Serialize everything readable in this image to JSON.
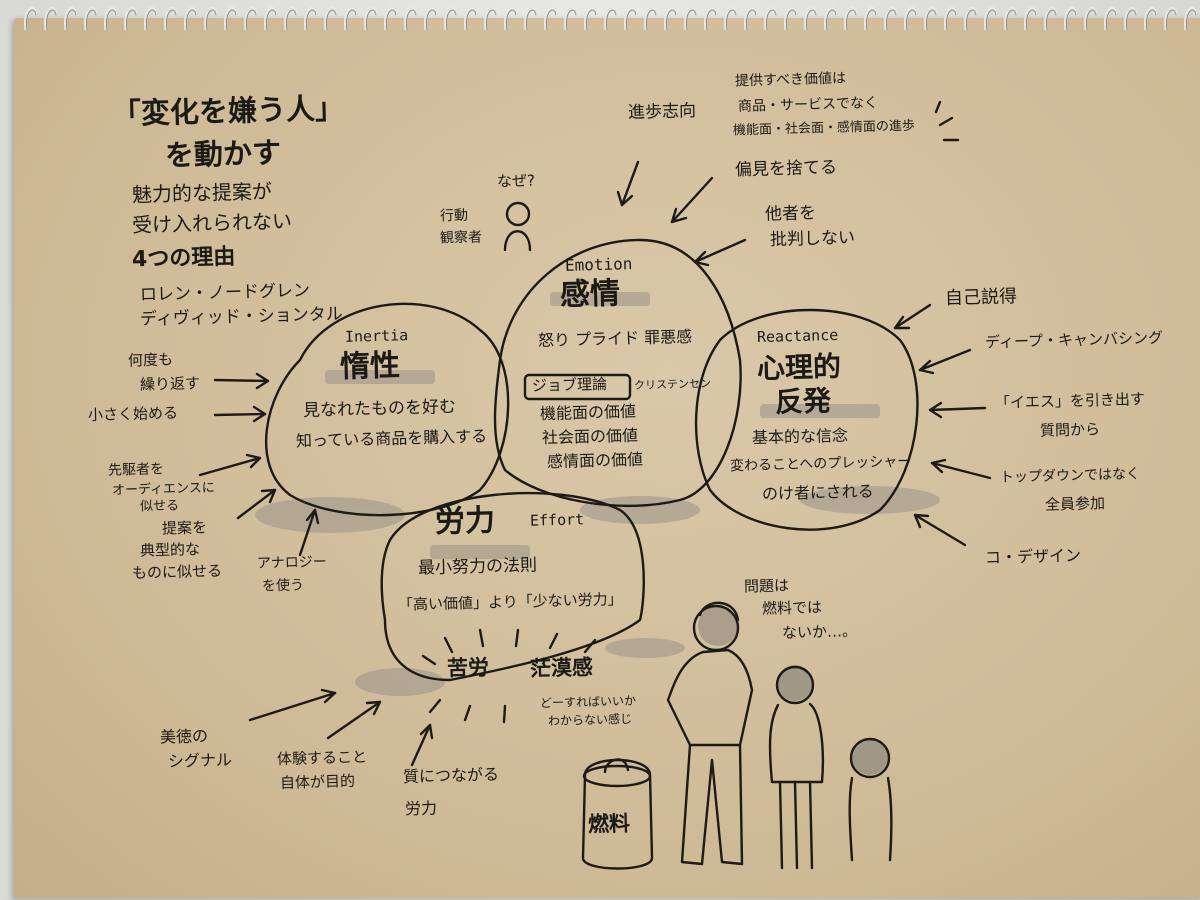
{
  "title": {
    "line1": "「変化を嫌う人」",
    "line2": "を動かす",
    "sub1": "魅力的な提案が",
    "sub2": "受け入れられない",
    "sub3": "4つの理由",
    "authors1": "ロレン・ノードグレン",
    "authors2": "ディヴィッド・ションタル"
  },
  "observer": {
    "why": "なぜ?",
    "label1": "行動",
    "label2": "観察者"
  },
  "emotion_notes": {
    "progress": "進歩志向",
    "value1": "提供すべき価値は",
    "value2": "商品・サービスでなく",
    "value3": "機能面・社会面・感情面の進歩",
    "bias": "偏見を捨てる",
    "noblame1": "他者を",
    "noblame2": "批判しない"
  },
  "reactance_notes": {
    "self": "自己説得",
    "deep": "ディープ・キャンバシング",
    "yes1": "「イエス」を引き出す",
    "yes2": "質問から",
    "topdown1": "トップダウンではなく",
    "topdown2": "全員参加",
    "codesign": "コ・デザイン"
  },
  "inertia_notes": {
    "repeat1": "何度も",
    "repeat2": "繰り返す",
    "small": "小さく始める",
    "pioneer1": "先駆者を",
    "pioneer2": "オーディエンスに",
    "pioneer3": "似せる",
    "proposal1": "提案を",
    "proposal2": "典型的な",
    "proposal3": "ものに似せる",
    "analogy1": "アナロジー",
    "analogy2": "を使う"
  },
  "inertia": {
    "en": "Inertia",
    "jp": "惰性",
    "desc1": "見なれたものを好む",
    "desc2": "知っている商品を購入する"
  },
  "emotion": {
    "en": "Emotion",
    "jp": "感情",
    "feelings": "怒り  プライド  罪悪感",
    "jobs": "ジョブ理論",
    "christensen": "クリステンセン",
    "v1": "機能面の価値",
    "v2": "社会面の価値",
    "v3": "感情面の価値"
  },
  "reactance": {
    "en": "Reactance",
    "jp1": "心理的",
    "jp2": "反発",
    "desc1": "基本的な信念",
    "desc2": "変わることへのプレッシャー",
    "desc3": "のけ者にされる"
  },
  "effort": {
    "en": "Effort",
    "jp": "労力",
    "law": "最小努力の法則",
    "quote": "「高い価値」より「少ない労力」",
    "hardship": "苦労",
    "vague": "茫漠感",
    "unsure1": "どーすればいいか",
    "unsure2": "わからない感じ"
  },
  "effort_notes": {
    "virtue1": "美徳の",
    "virtue2": "シグナル",
    "exp1": "体験すること",
    "exp2": "自体が目的",
    "quality1": "質につながる",
    "quality2": "労力"
  },
  "family": {
    "q1": "問題は",
    "q2": "燃料では",
    "q3": "ないか…。"
  },
  "fuel": "燃料"
}
